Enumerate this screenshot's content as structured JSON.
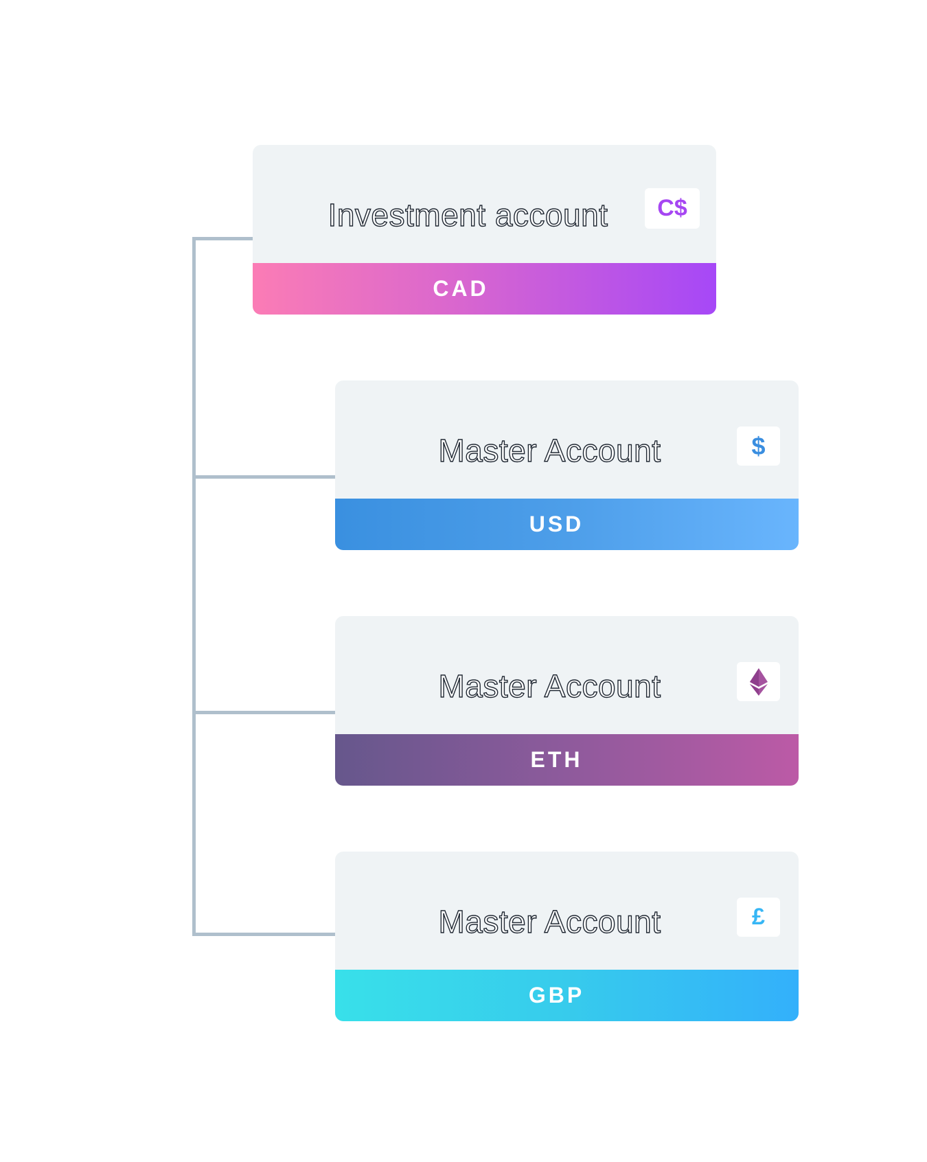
{
  "accounts": [
    {
      "name": "Investment account",
      "currency_code": "CAD",
      "symbol": "C$",
      "icon": "cad-icon",
      "symbol_color": "#a646f2"
    },
    {
      "name": "Master Account",
      "currency_code": "USD",
      "symbol": "$",
      "icon": "usd-icon",
      "symbol_color": "#3a8ee0"
    },
    {
      "name": "Master Account",
      "currency_code": "ETH",
      "symbol": "",
      "icon": "ethereum-icon",
      "symbol_color": "#a5539f"
    },
    {
      "name": "Master Account",
      "currency_code": "GBP",
      "symbol": "£",
      "icon": "gbp-icon",
      "symbol_color": "#36b6f5"
    }
  ],
  "colors": {
    "connector": "#afbfcc",
    "card_background": "#eff3f5",
    "cad_gradient": [
      "#fb7cb5",
      "#a648f7"
    ],
    "usd_gradient": [
      "#3a90e0",
      "#69b5fd"
    ],
    "eth_gradient": [
      "#66578c",
      "#bc5aa6"
    ],
    "gbp_gradient": [
      "#38e0ea",
      "#33b0fb"
    ]
  }
}
